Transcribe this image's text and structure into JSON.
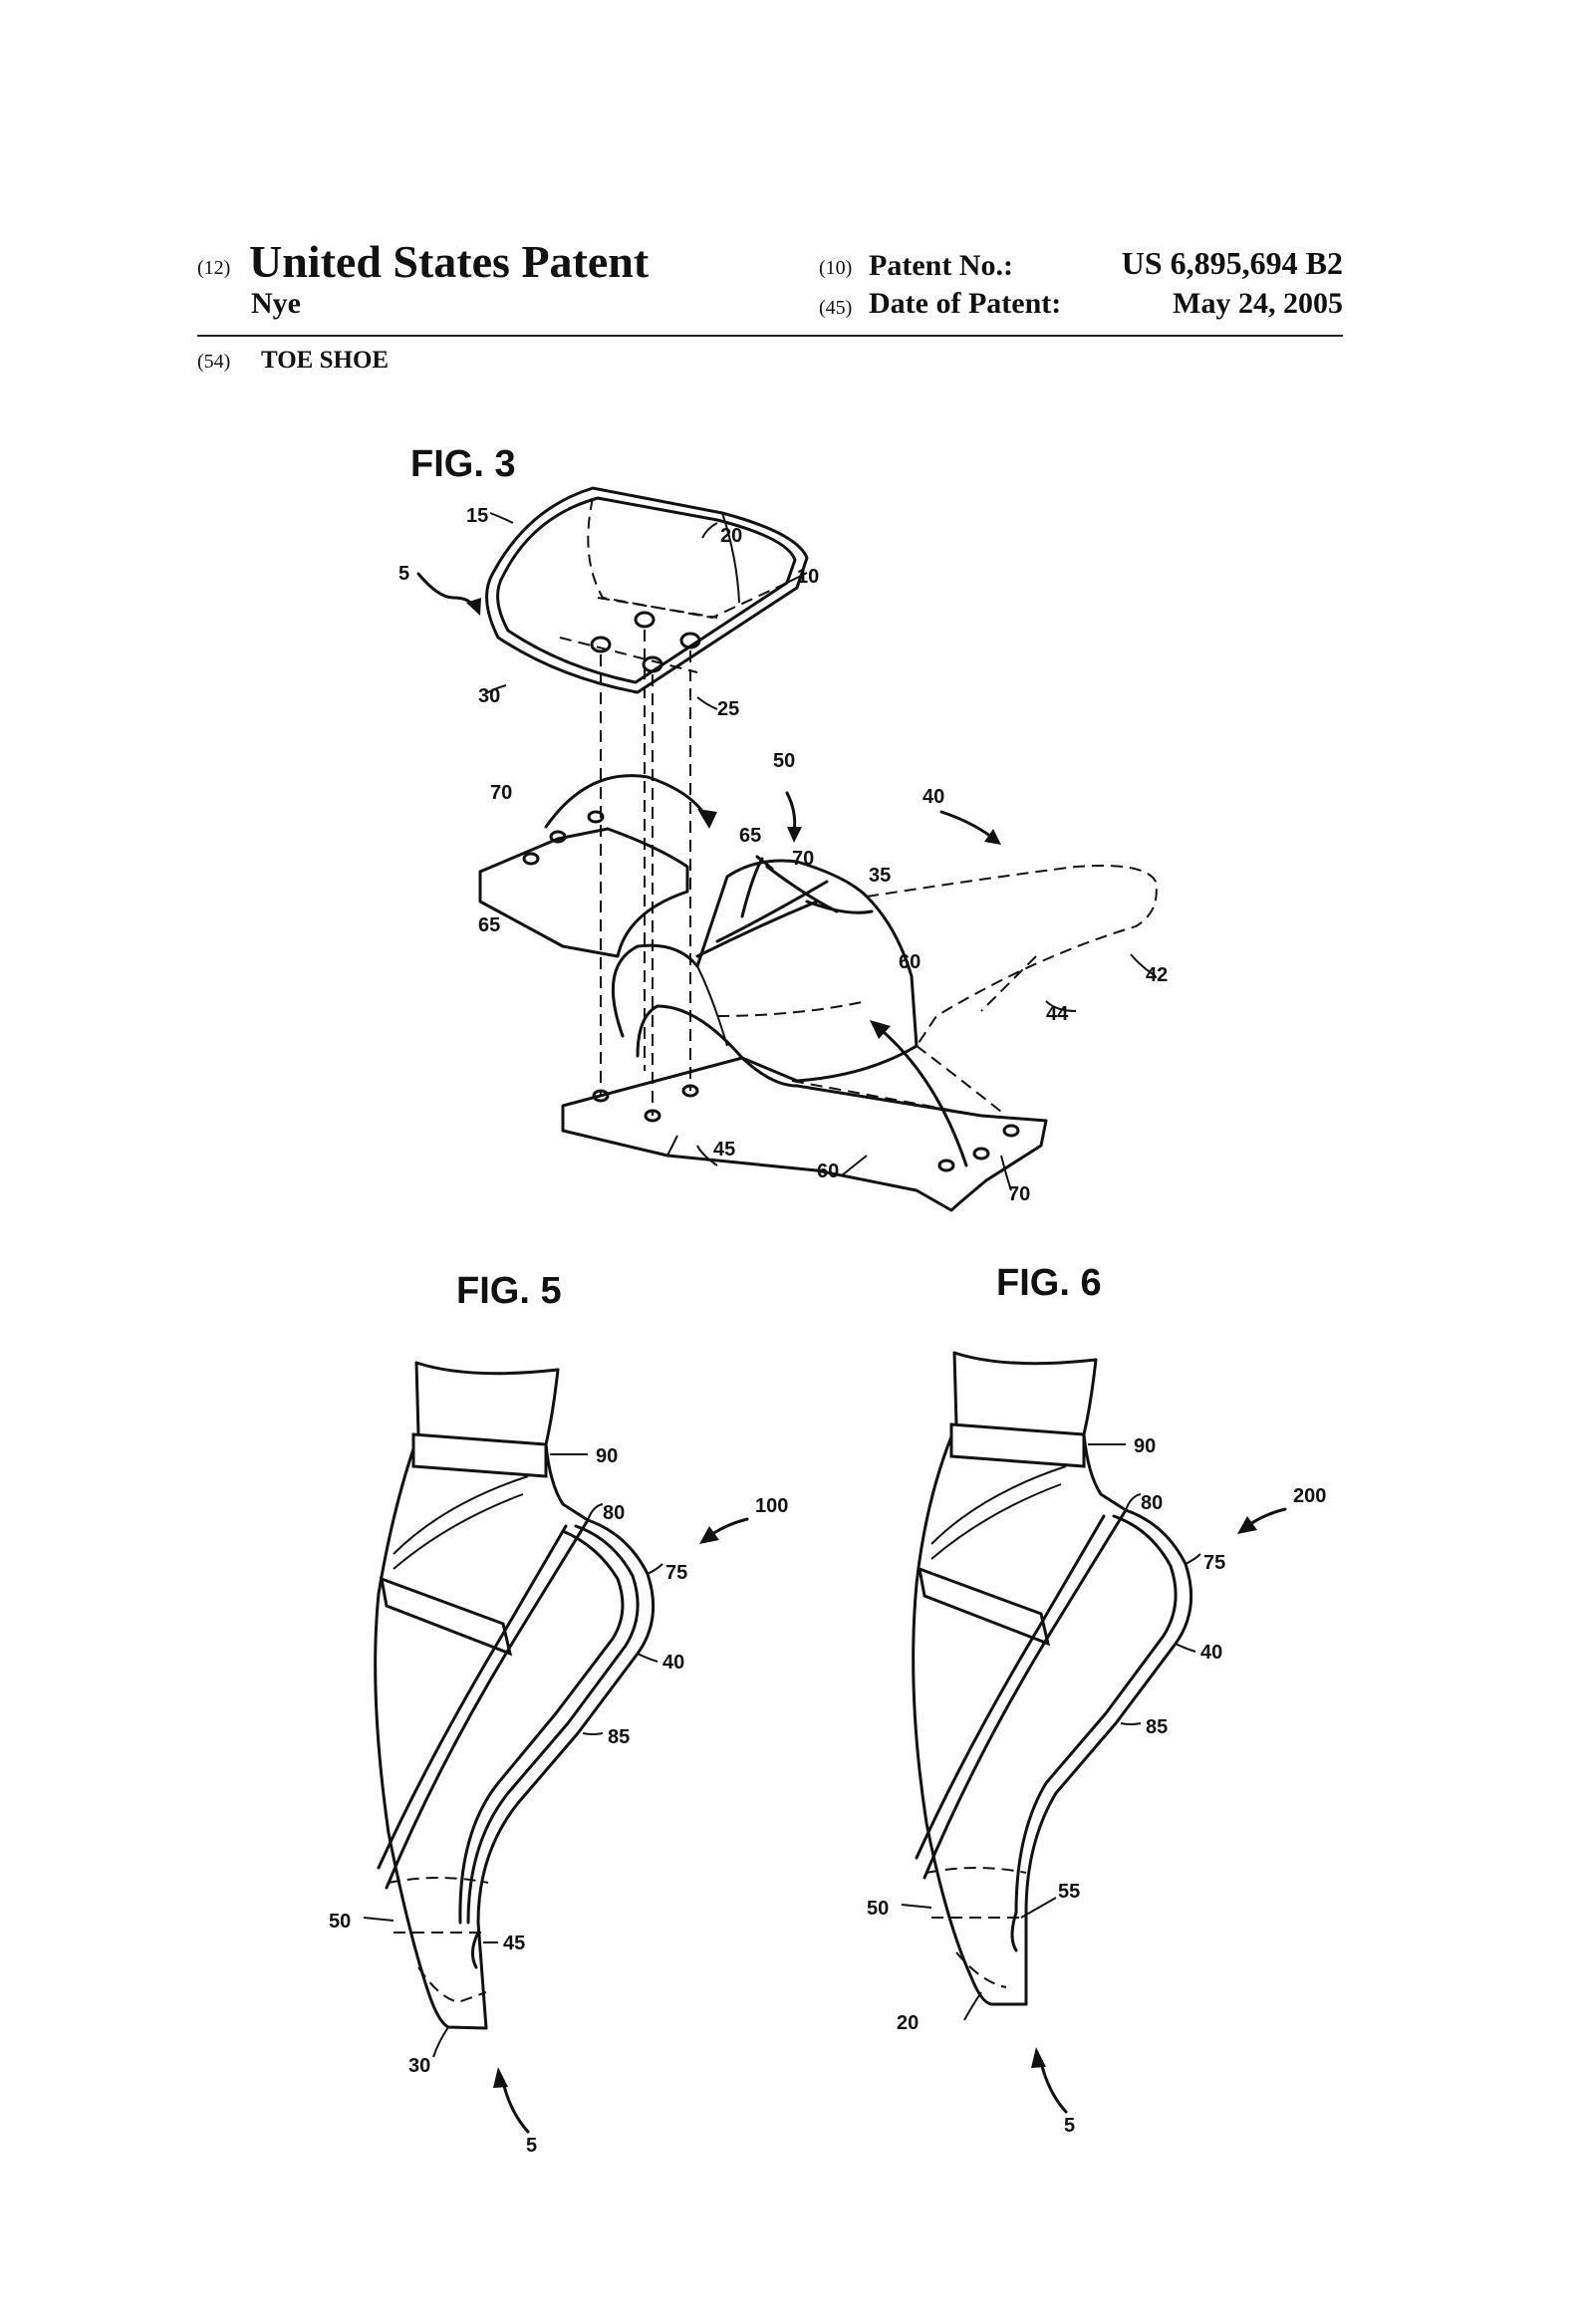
{
  "header": {
    "doc_type_code": "(12)",
    "doc_type": "United States Patent",
    "inventor": "Nye",
    "patent_no_code": "(10)",
    "patent_no_label": "Patent No.:",
    "patent_no": "US 6,895,694 B2",
    "date_code": "(45)",
    "date_label": "Date of Patent:",
    "date": "May 24, 2005",
    "title_code": "(54)",
    "title": "TOE SHOE"
  },
  "figures": {
    "fig3": {
      "title": "FIG. 3",
      "refs": {
        "r5": "5",
        "r15": "15",
        "r20": "20",
        "r10": "10",
        "r30": "30",
        "r25": "25",
        "r50": "50",
        "r40": "40",
        "r70a": "70",
        "r65a": "65",
        "r70b": "70",
        "r35": "35",
        "r65b": "65",
        "r60a": "60",
        "r42": "42",
        "r44": "44",
        "r45": "45",
        "r60b": "60",
        "r70c": "70"
      }
    },
    "fig5": {
      "title": "FIG. 5",
      "refs": {
        "r90": "90",
        "r80": "80",
        "r100": "100",
        "r75": "75",
        "r40": "40",
        "r85": "85",
        "r50": "50",
        "r45": "45",
        "r30": "30",
        "r5": "5"
      }
    },
    "fig6": {
      "title": "FIG. 6",
      "refs": {
        "r90": "90",
        "r80": "80",
        "r200": "200",
        "r75": "75",
        "r40": "40",
        "r85": "85",
        "r50": "50",
        "r55": "55",
        "r20": "20",
        "r5": "5"
      }
    }
  }
}
